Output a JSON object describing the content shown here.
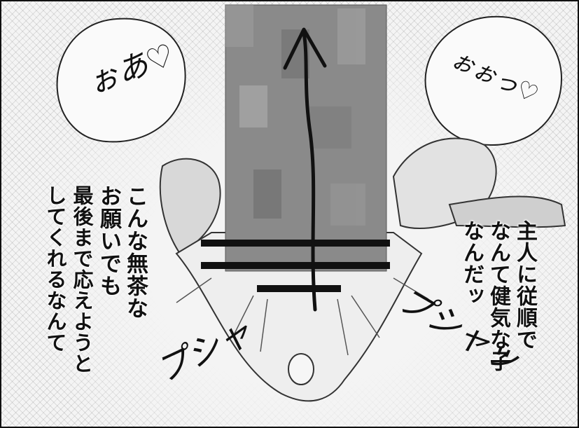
{
  "panel": {
    "left_bubble_sfx": "ぉあ♡",
    "right_bubble_sfx": "ぉぉっ♡",
    "left_narration": [
      "こんな無茶な",
      "お願いでも",
      "最後まで応えようと",
      "してくれるなんて"
    ],
    "right_narration": [
      "主人に従順で",
      "なんて健気な子",
      "なんだッ"
    ],
    "sfx_left": "プシャ",
    "sfx_right": "プシャッ"
  }
}
